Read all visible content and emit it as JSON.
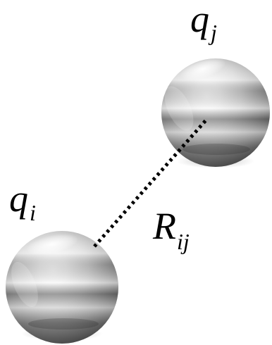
{
  "labels": {
    "charge_j": {
      "base": "q",
      "subscript": "j"
    },
    "charge_i": {
      "base": "q",
      "subscript": "i"
    },
    "distance": {
      "base": "R",
      "subscript": "ij"
    }
  }
}
